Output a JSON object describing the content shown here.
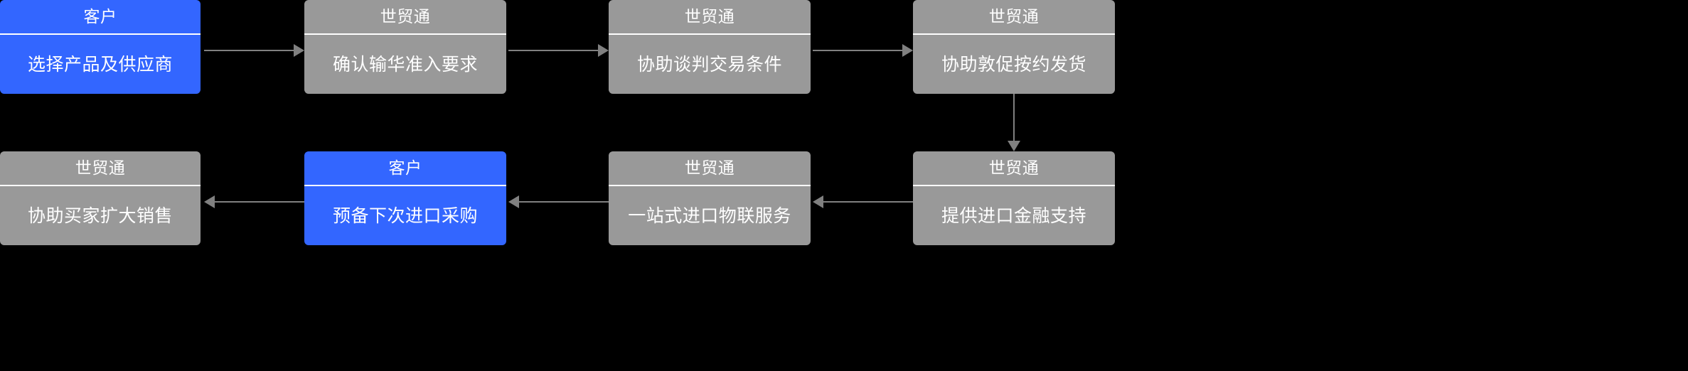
{
  "diagram": {
    "title": "",
    "background_color": "#000000",
    "palette": {
      "accent_blue": "#3366FF",
      "node_gray": "#999999",
      "connector_gray": "#808080",
      "text_white": "#FFFFFF"
    },
    "roles": {
      "customer": "客户",
      "provider": "世贸通"
    },
    "nodes": [
      {
        "id": "n1",
        "role": "客户",
        "action": "选择产品及供应商",
        "style": "blue",
        "row": 1,
        "col": 1
      },
      {
        "id": "n2",
        "role": "世贸通",
        "action": "确认输华准入要求",
        "style": "gray",
        "row": 1,
        "col": 2
      },
      {
        "id": "n3",
        "role": "世贸通",
        "action": "协助谈判交易条件",
        "style": "gray",
        "row": 1,
        "col": 3
      },
      {
        "id": "n4",
        "role": "世贸通",
        "action": "协助敦促按约发货",
        "style": "gray",
        "row": 1,
        "col": 4
      },
      {
        "id": "n5",
        "role": "世贸通",
        "action": "提供进口金融支持",
        "style": "gray",
        "row": 2,
        "col": 4
      },
      {
        "id": "n6",
        "role": "世贸通",
        "action": "一站式进口物联服务",
        "style": "gray",
        "row": 2,
        "col": 3
      },
      {
        "id": "n7",
        "role": "客户",
        "action": "预备下次进口采购",
        "style": "blue",
        "row": 2,
        "col": 2
      },
      {
        "id": "n8",
        "role": "世贸通",
        "action": "协助买家扩大销售",
        "style": "gray",
        "row": 2,
        "col": 1
      }
    ],
    "edges": [
      {
        "id": "e1",
        "from": "n1",
        "to": "n2",
        "direction": "right"
      },
      {
        "id": "e2",
        "from": "n2",
        "to": "n3",
        "direction": "right"
      },
      {
        "id": "e3",
        "from": "n3",
        "to": "n4",
        "direction": "right"
      },
      {
        "id": "e4",
        "from": "n4",
        "to": "n5",
        "direction": "down"
      },
      {
        "id": "e5",
        "from": "n5",
        "to": "n6",
        "direction": "left"
      },
      {
        "id": "e6",
        "from": "n6",
        "to": "n7",
        "direction": "left"
      },
      {
        "id": "e7",
        "from": "n7",
        "to": "n8",
        "direction": "left"
      }
    ]
  }
}
